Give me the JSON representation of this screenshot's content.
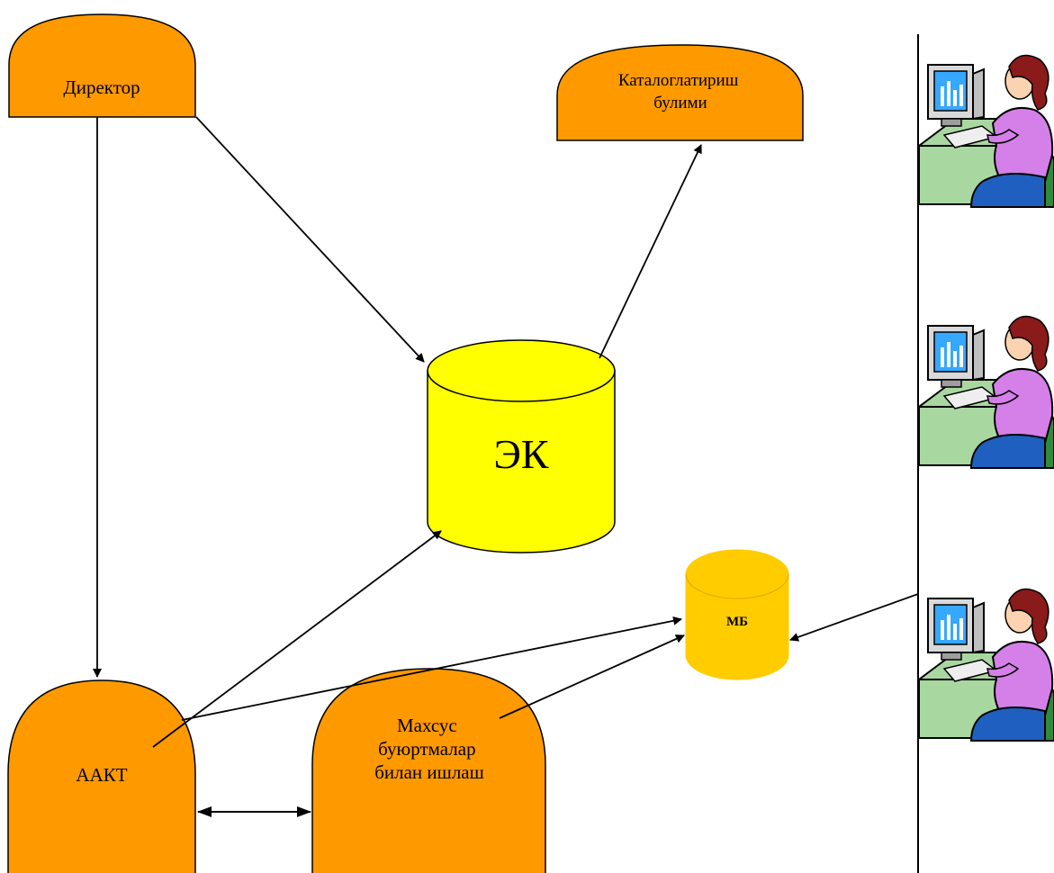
{
  "nodes": {
    "director": {
      "label": "Директор"
    },
    "cataloging": {
      "lines": [
        "Каталоглатириш",
        "булими"
      ]
    },
    "ek": {
      "label": "ЭК"
    },
    "mb": {
      "label": "МБ"
    },
    "aakt": {
      "label": "ААКТ"
    },
    "special_orders": {
      "lines": [
        "Махсус",
        "буюртмалар",
        "билан ишлаш"
      ]
    }
  },
  "colors": {
    "orange": "#ff9900",
    "yellow": "#ffff00",
    "gold": "#ffcc00",
    "stroke": "#000000"
  },
  "icons": [
    "workstation-user-icon",
    "workstation-user-icon",
    "workstation-user-icon"
  ]
}
